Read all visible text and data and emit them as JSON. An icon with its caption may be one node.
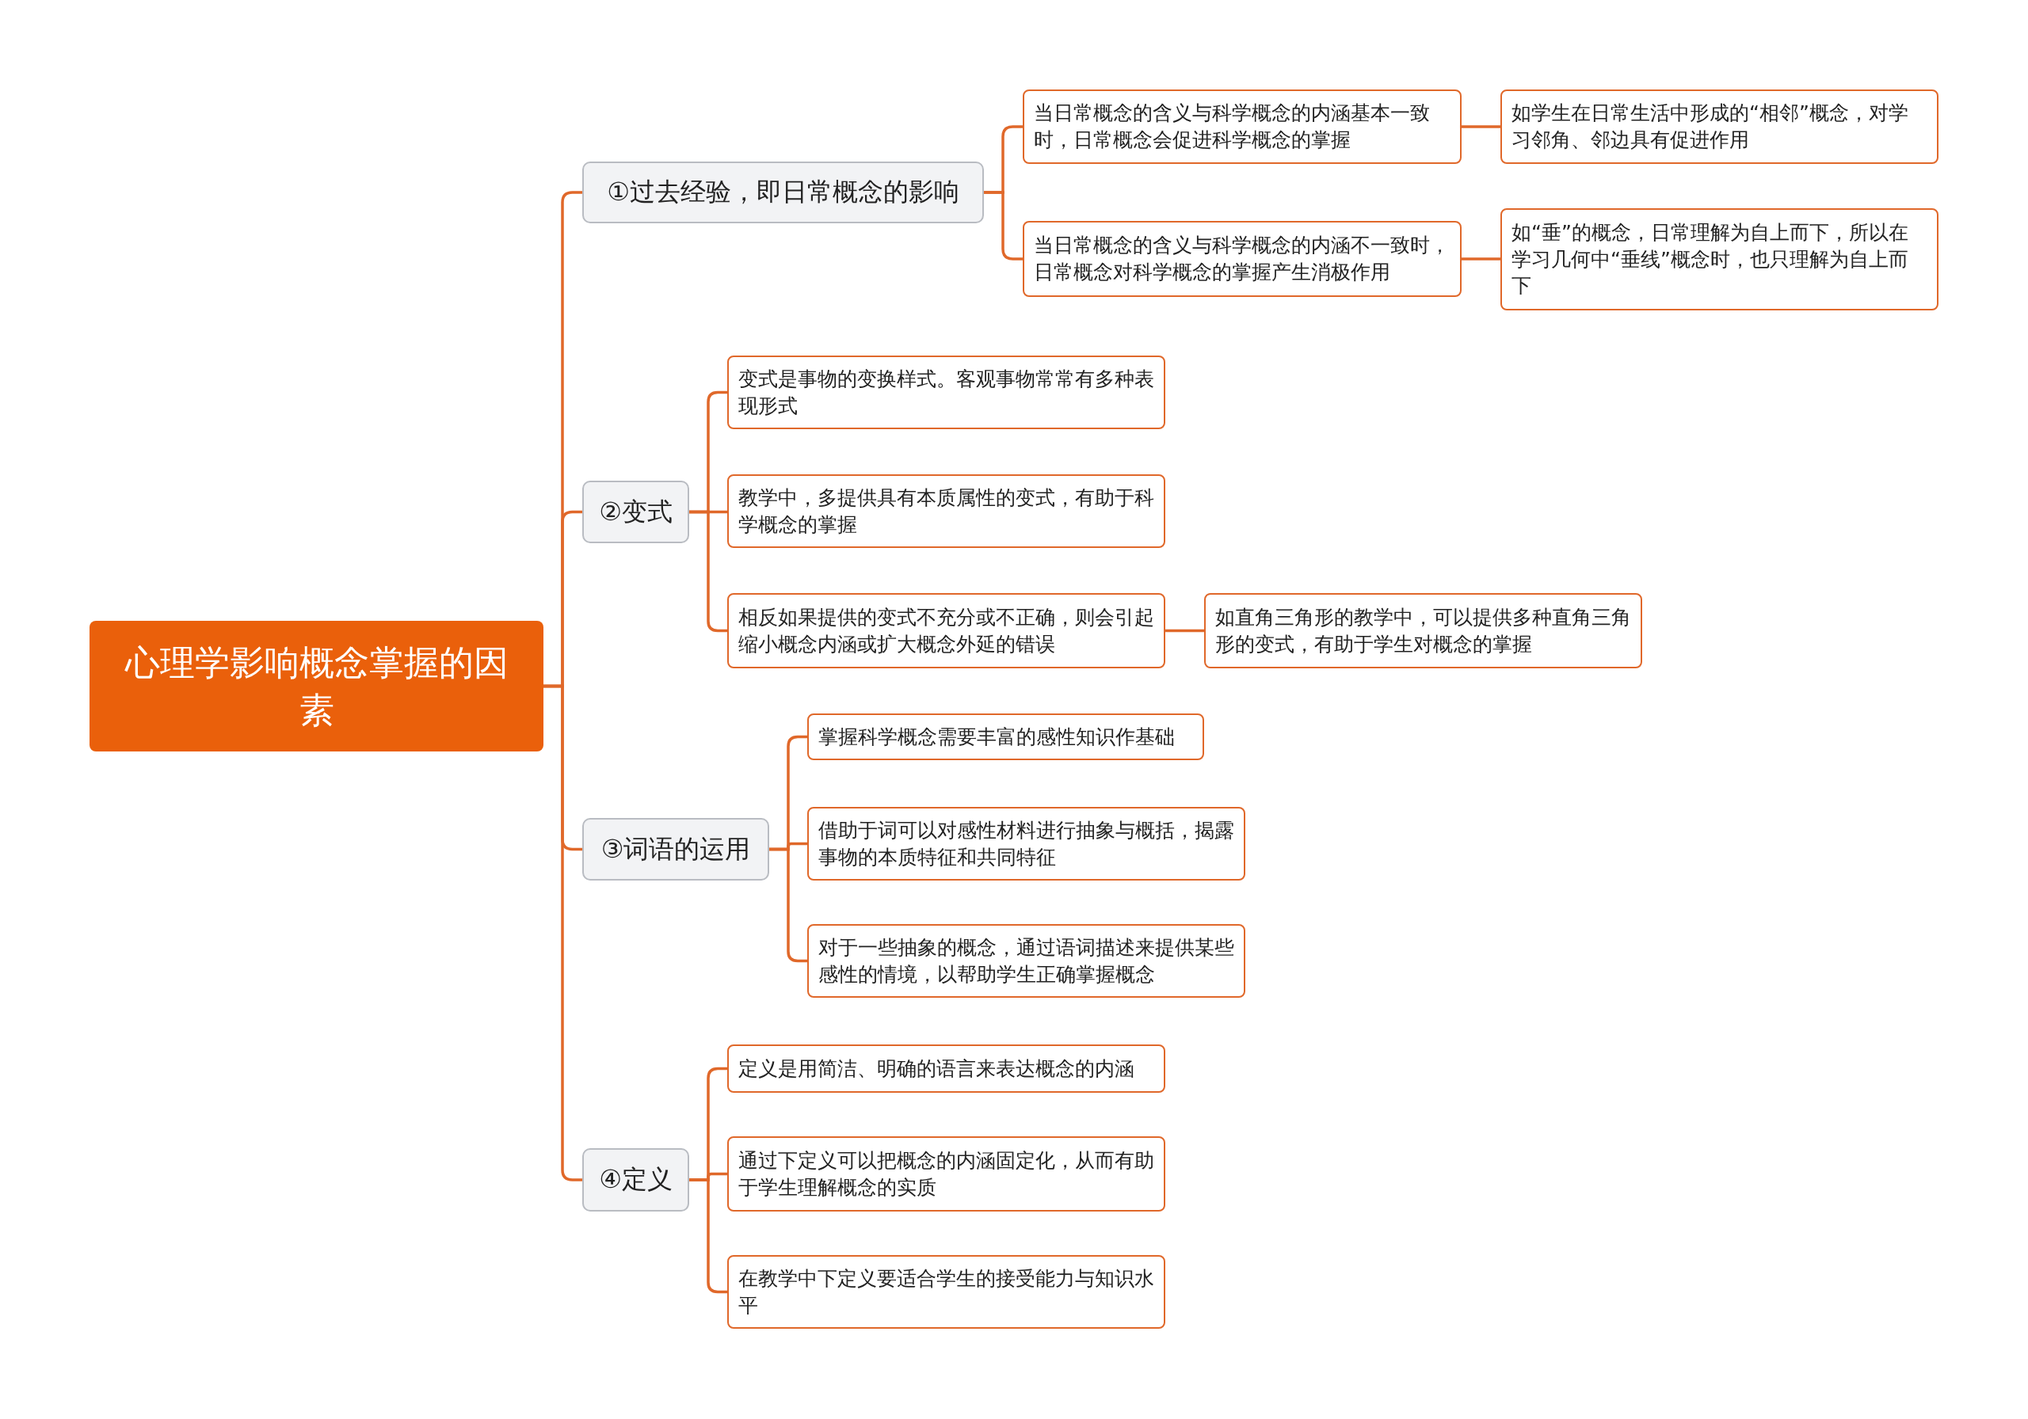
{
  "diagram": {
    "nodes": [
      {
        "text": [
          "心理学影响概念掌握的因素"
        ]
      },
      {
        "text": [
          "①过去经验，即日常概念的影响"
        ]
      },
      {
        "text": [
          "当日常概念的含义与科学概念的内涵基本一致时，日常概念会促进科学概念的掌握"
        ]
      },
      {
        "text": [
          "如学生在日常生活中形成的“相邻”概念，对学习邻角、邻边具有促进作用"
        ]
      },
      {
        "text": [
          "当日常概念的含义与科学概念的内涵不一致时，日常概念对科学概念的掌握产生消极作用"
        ]
      },
      {
        "text": [
          "如“垂”的概念，日常理解为自上而下，所以在学习几何中“垂线”概念时，也只理解为自上而下"
        ]
      },
      {
        "text": [
          "②变式"
        ]
      },
      {
        "text": [
          "变式是事物的变换样式。客观事物常常有多种表现形式"
        ]
      },
      {
        "text": [
          "教学中，多提供具有本质属性的变式，有助于科学概念的掌握"
        ]
      },
      {
        "text": [
          "相反如果提供的变式不充分或不正确，则会引起缩小概念内涵或扩大概念外延的错误"
        ]
      },
      {
        "text": [
          "如直角三角形的教学中，可以提供多种直角三角形的变式，有助于学生对概念的掌握"
        ]
      },
      {
        "text": [
          "③词语的运用"
        ]
      },
      {
        "text": [
          "掌握科学概念需要丰富的感性知识作基础"
        ]
      },
      {
        "text": [
          "借助于词可以对感性材料进行抽象与概括，揭露事物的本质特征和共同特征"
        ]
      },
      {
        "text": [
          "对于一些抽象的概念，通过语词描述来提供某些感性的情境，以帮助学生正确掌握概念"
        ]
      },
      {
        "text": [
          "④定义"
        ]
      },
      {
        "text": [
          "定义是用简洁、明确的语言来表达概念的内涵"
        ]
      },
      {
        "text": [
          "通过下定义可以把概念的内涵固定化，从而有助于学生理解概念的实质"
        ]
      },
      {
        "text": [
          "在教学中下定义要适合学生的接受能力与知识水平"
        ]
      }
    ],
    "edges": [
      {
        "from": 0,
        "to": 1,
        "arrow": "none"
      },
      {
        "from": 1,
        "to": 2,
        "arrow": "none"
      },
      {
        "from": 2,
        "to": 3,
        "arrow": "none"
      },
      {
        "from": 1,
        "to": 4,
        "arrow": "none"
      },
      {
        "from": 4,
        "to": 5,
        "arrow": "none"
      },
      {
        "from": 0,
        "to": 6,
        "arrow": "none"
      },
      {
        "from": 6,
        "to": 7,
        "arrow": "none"
      },
      {
        "from": 6,
        "to": 8,
        "arrow": "none"
      },
      {
        "from": 6,
        "to": 9,
        "arrow": "none"
      },
      {
        "from": 9,
        "to": 10,
        "arrow": "none"
      },
      {
        "from": 0,
        "to": 11,
        "arrow": "none"
      },
      {
        "from": 11,
        "to": 12,
        "arrow": "none"
      },
      {
        "from": 11,
        "to": 13,
        "arrow": "none"
      },
      {
        "from": 11,
        "to": 14,
        "arrow": "none"
      },
      {
        "from": 0,
        "to": 15,
        "arrow": "none"
      },
      {
        "from": 15,
        "to": 16,
        "arrow": "none"
      },
      {
        "from": 15,
        "to": 17,
        "arrow": "none"
      },
      {
        "from": 15,
        "to": 18,
        "arrow": "none"
      }
    ]
  }
}
